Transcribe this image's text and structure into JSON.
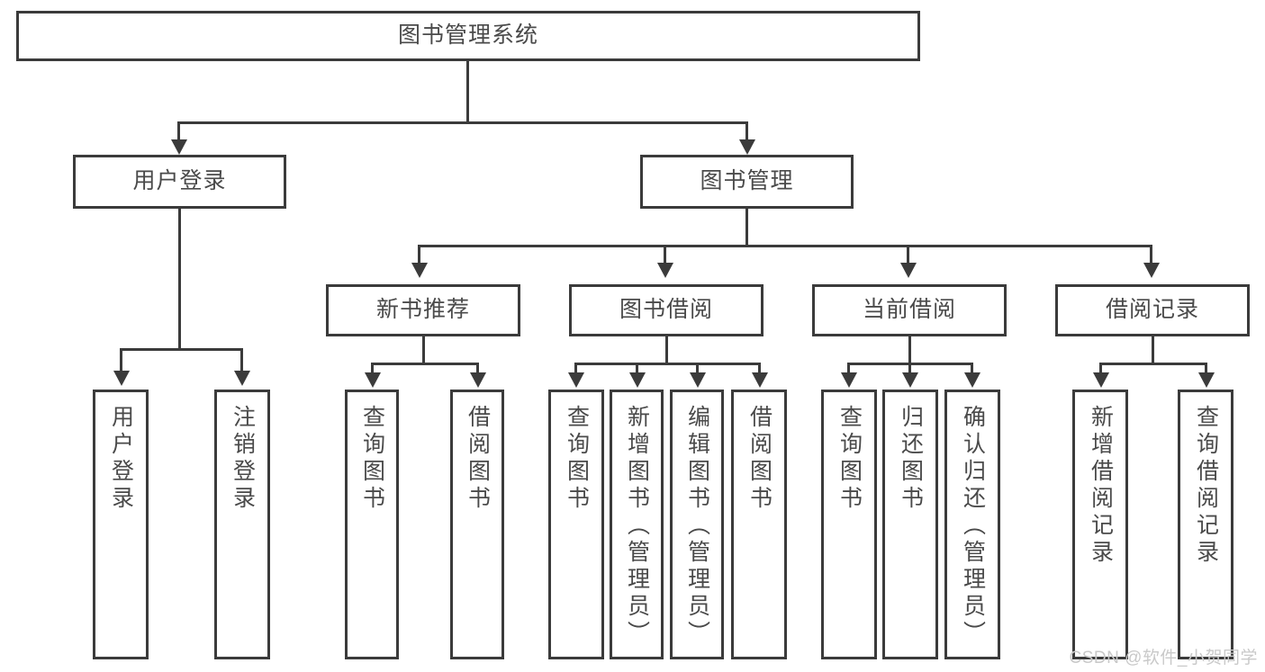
{
  "diagram": {
    "title": "图书管理系统",
    "watermark": "CSDN @软件_小贺同学",
    "levels": {
      "level1": {
        "root": "图书管理系统"
      },
      "level2": [
        {
          "label": "用户登录"
        },
        {
          "label": "图书管理"
        }
      ],
      "level3": [
        {
          "label": "新书推荐"
        },
        {
          "label": "图书借阅"
        },
        {
          "label": "当前借阅"
        },
        {
          "label": "借阅记录"
        }
      ],
      "leaves": {
        "user_login": [
          {
            "label": "用户登录"
          },
          {
            "label": "注销登录"
          }
        ],
        "new_book_recommend": [
          {
            "label": "查询图书"
          },
          {
            "label": "借阅图书"
          }
        ],
        "book_borrow": [
          {
            "label": "查询图书"
          },
          {
            "label": "新增图书（管理员）"
          },
          {
            "label": "编辑图书（管理员）"
          },
          {
            "label": "借阅图书"
          }
        ],
        "current_borrow": [
          {
            "label": "查询图书"
          },
          {
            "label": "归还图书"
          },
          {
            "label": "确认归还（管理员）"
          }
        ],
        "borrow_record": [
          {
            "label": "新增借阅记录"
          },
          {
            "label": "查询借阅记录"
          }
        ]
      }
    },
    "colors": {
      "stroke": "#3b3b3b",
      "text": "#4a4a4a",
      "background": "#ffffff",
      "watermark": "#c9c9c9"
    }
  }
}
